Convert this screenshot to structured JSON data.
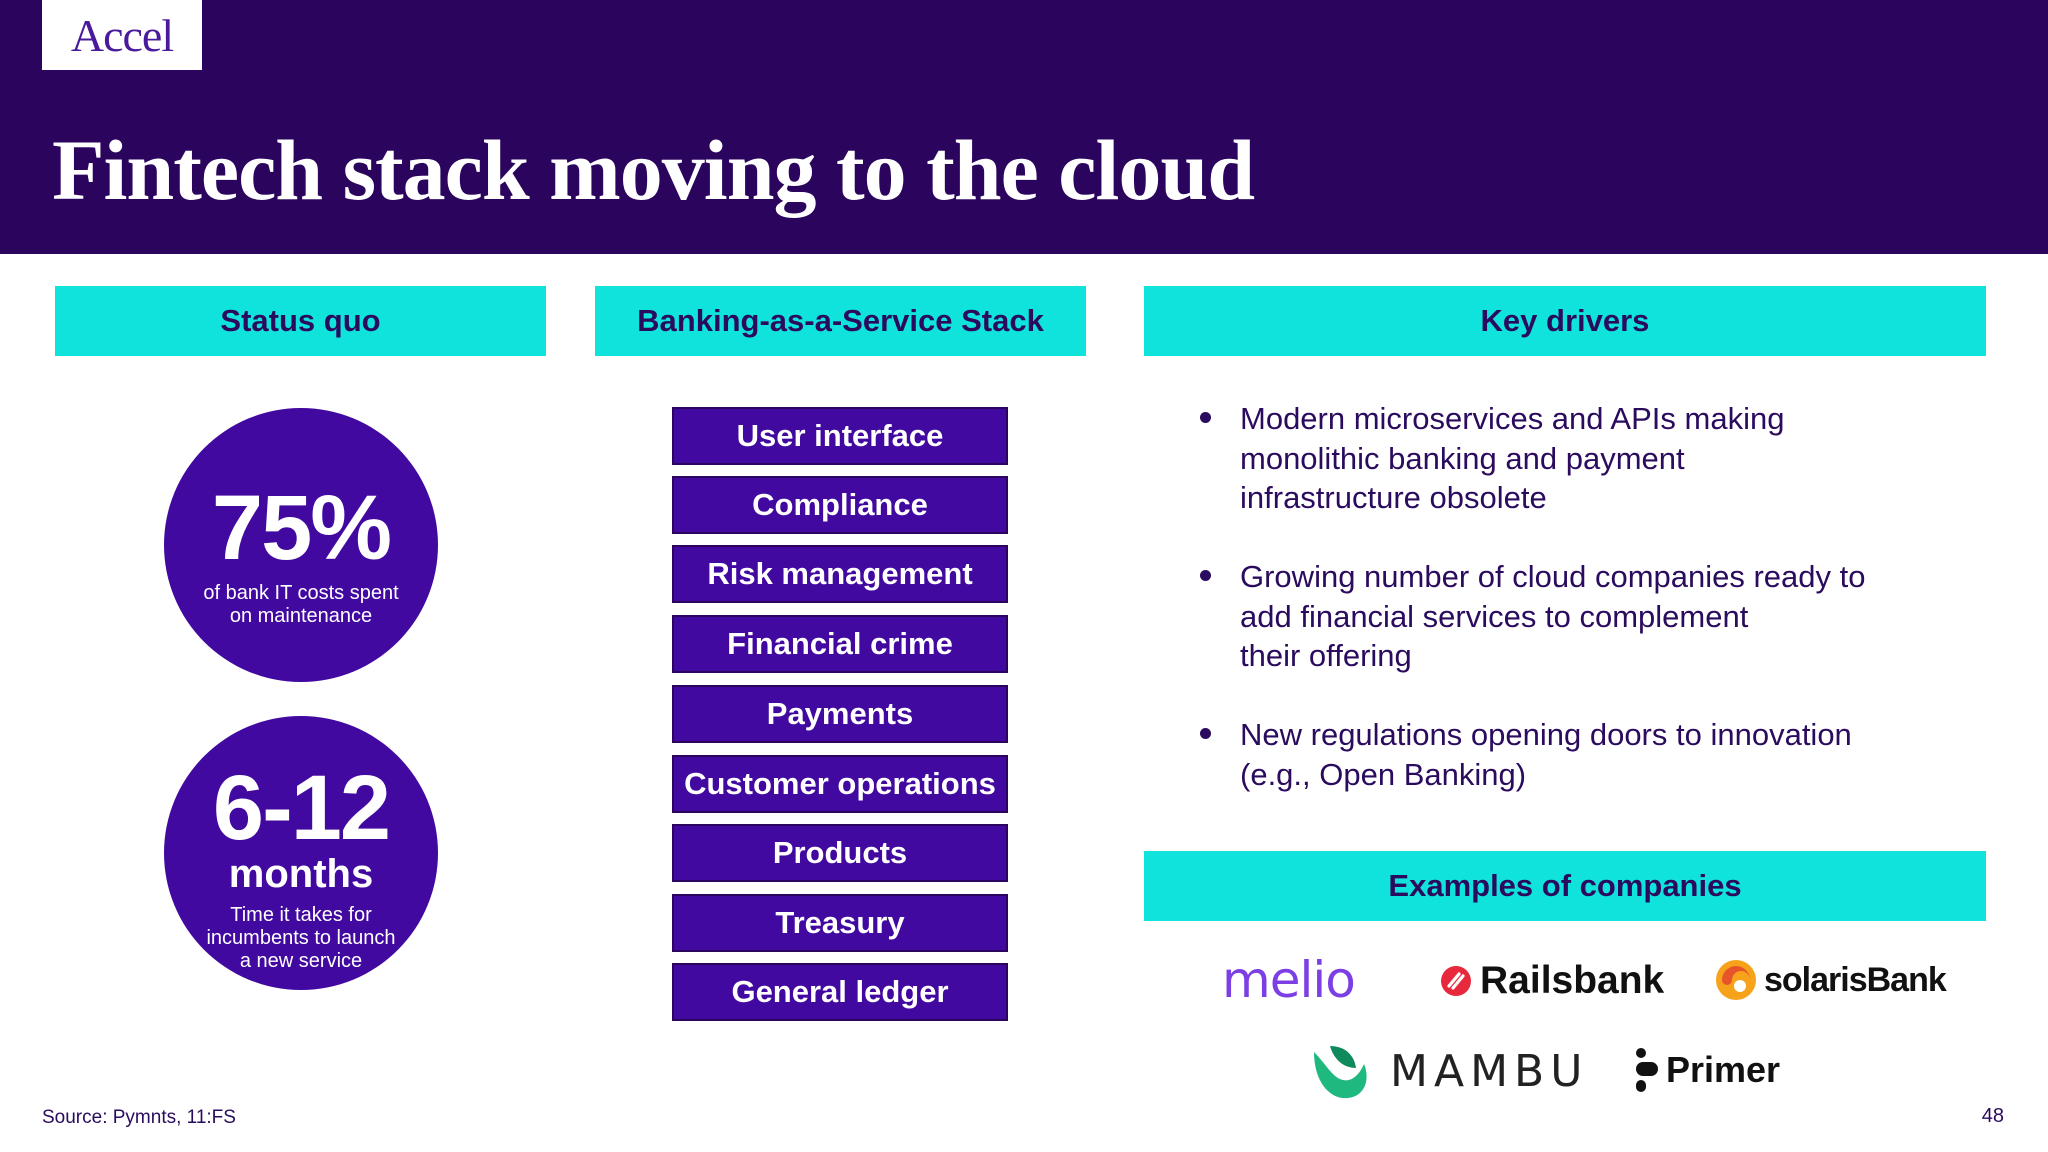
{
  "logo": "Accel",
  "title": "Fintech stack moving to the cloud",
  "status_quo": {
    "heading": "Status quo",
    "stat1": {
      "value": "75%",
      "caption_line1": "of bank IT costs spent",
      "caption_line2": "on maintenance"
    },
    "stat2": {
      "value": "6-12",
      "unit": "months",
      "caption_line1": "Time it takes for",
      "caption_line2": "incumbents to launch",
      "caption_line3": "a new service"
    }
  },
  "baas": {
    "heading": "Banking-as-a-Service Stack",
    "items": [
      "User interface",
      "Compliance",
      "Risk management",
      "Financial crime",
      "Payments",
      "Customer operations",
      "Products",
      "Treasury",
      "General ledger"
    ]
  },
  "drivers": {
    "heading": "Key drivers",
    "bullets": [
      {
        "line1": "Modern microservices and APIs making",
        "line2": "monolithic banking and payment",
        "line3": "infrastructure obsolete"
      },
      {
        "line1": "Growing number of cloud companies ready to",
        "line2": "add financial services to complement",
        "line3": "their offering"
      },
      {
        "line1": "New regulations opening doors to innovation",
        "line2": "(e.g., Open Banking)"
      }
    ]
  },
  "examples": {
    "heading": "Examples of companies",
    "companies": [
      "melio",
      "Railsbank",
      "solarisBank",
      "MAMBU",
      "Primer"
    ]
  },
  "footer": {
    "source": "Source: Pymnts, 11:FS",
    "page": "48"
  },
  "colors": {
    "header_bg": "#2b045e",
    "accent_cyan": "#0fe3dc",
    "purple": "#4109a0",
    "text": "#2a0b5e"
  },
  "icons": [
    "railsbank-logo-icon",
    "solarisbank-logo-icon",
    "mambu-logo-icon",
    "primer-logo-icon"
  ]
}
